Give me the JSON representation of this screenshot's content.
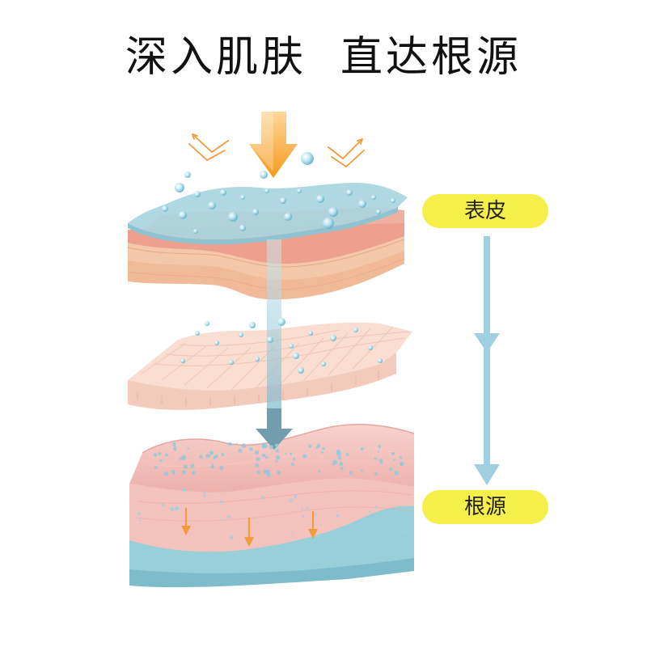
{
  "title": {
    "part1": "深入肌肤",
    "part2": "直达根源"
  },
  "labels": {
    "top": "表皮",
    "bottom": "根源"
  },
  "colors": {
    "title": "#111111",
    "label_bg": "#f6ef4a",
    "indicator_arrow": "#9fcfe0",
    "main_arrow": "#f5a623",
    "water_layer": "#a9d5e0",
    "skin_pink": "#f3c3b6",
    "skin_peach": "#f6d3bd",
    "dermis_pink": "#f1b8b4",
    "base_teal": "#8fc9d4",
    "small_arrows": "#f19a3e"
  },
  "icons": {
    "top_arrow": "down-arrow-icon",
    "deflect_left": "double-chevron-icon",
    "deflect_right": "double-chevron-icon",
    "process_arrow": "down-arrow-icon",
    "flow_arrow": "down-arrow-icon"
  }
}
